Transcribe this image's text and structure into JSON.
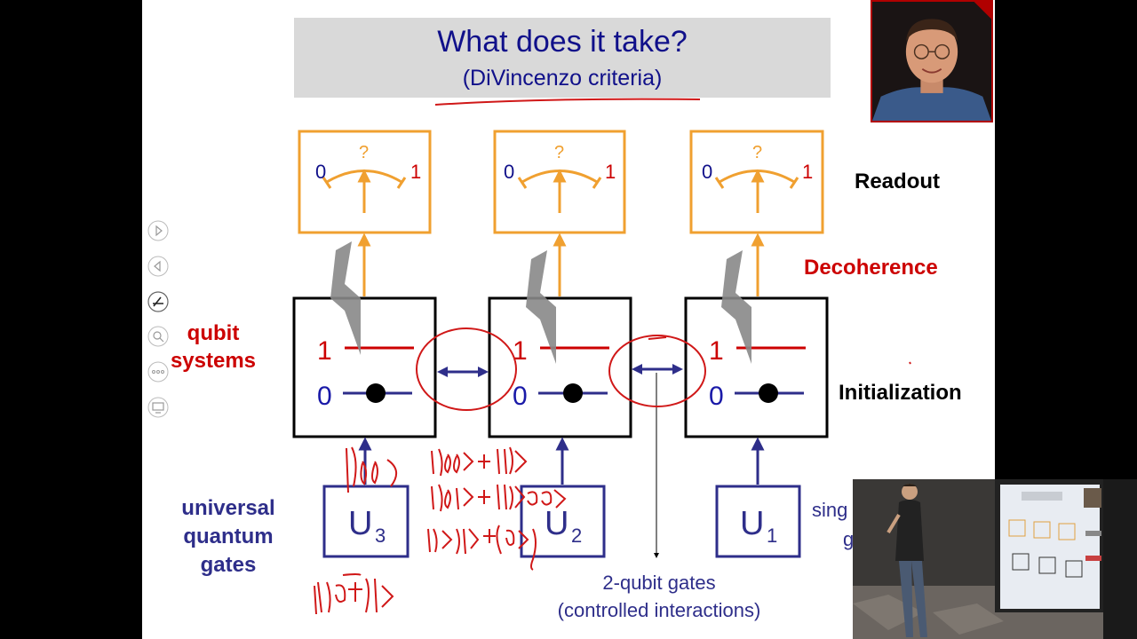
{
  "slide": {
    "title": "What does it take?",
    "subtitle": "(DiVincenzo criteria)"
  },
  "meters": [
    {
      "zero": "0",
      "one": "1",
      "question": "?"
    },
    {
      "zero": "0",
      "one": "1",
      "question": "?"
    },
    {
      "zero": "0",
      "one": "1",
      "question": "?"
    }
  ],
  "qubits": [
    {
      "one": "1",
      "zero": "0"
    },
    {
      "one": "1",
      "zero": "0"
    },
    {
      "one": "1",
      "zero": "0"
    }
  ],
  "gates": [
    {
      "letter": "U",
      "index": "3"
    },
    {
      "letter": "U",
      "index": "2"
    },
    {
      "letter": "U",
      "index": "1"
    }
  ],
  "labels": {
    "readout": "Readout",
    "decoherence": "Decoherence",
    "initialization": "Initialization",
    "qubit_systems_line1": "qubit",
    "qubit_systems_line2": "systems",
    "universal_line1": "universal",
    "universal_line2": "quantum",
    "universal_line3": "gates",
    "two_qubit_line1": "2-qubit gates",
    "two_qubit_line2": "(controlled interactions)",
    "single_partial_line1": "sing",
    "single_partial_line2": "g"
  },
  "colors": {
    "title_blue": "#10108a",
    "meter_orange": "#f0a030",
    "red": "#cc0000",
    "navy": "#2e2e8a",
    "ink": "#d01818"
  },
  "icons": [
    "play-forward-icon",
    "play-back-icon",
    "pen-icon",
    "highlighter-icon",
    "more-icon",
    "screen-icon"
  ]
}
